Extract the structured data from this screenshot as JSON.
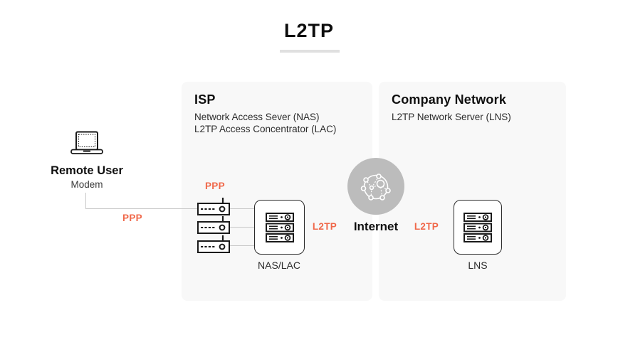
{
  "title": "L2TP",
  "colors": {
    "accent": "#f0684a",
    "panel_bg": "#f8f8f8",
    "internet_circle": "#bcbcbc",
    "connector_line": "#c8c8c8",
    "title_underline": "#e0e0e0",
    "text": "#111111"
  },
  "remote_user": {
    "icon": "laptop-icon",
    "label": "Remote User",
    "sublabel": "Modem"
  },
  "labels": {
    "ppp_link": "PPP",
    "ppp_modems": "PPP",
    "l2tp_left": "L2TP",
    "l2tp_right": "L2TP"
  },
  "isp_panel": {
    "title": "ISP",
    "subtitle_line1": "Network Access Sever (NAS)",
    "subtitle_line2": "L2TP Access Concentrator (LAC)",
    "modem_icons": [
      "modem-icon",
      "modem-icon",
      "modem-icon"
    ],
    "device_icon": "server-rack-icon",
    "device_label": "NAS/LAC"
  },
  "company_panel": {
    "title": "Company Network",
    "subtitle_line1": "L2TP Network Server (LNS)",
    "device_icon": "server-rack-icon",
    "device_label": "LNS"
  },
  "internet": {
    "icon": "globe-network-icon",
    "label": "Internet"
  }
}
